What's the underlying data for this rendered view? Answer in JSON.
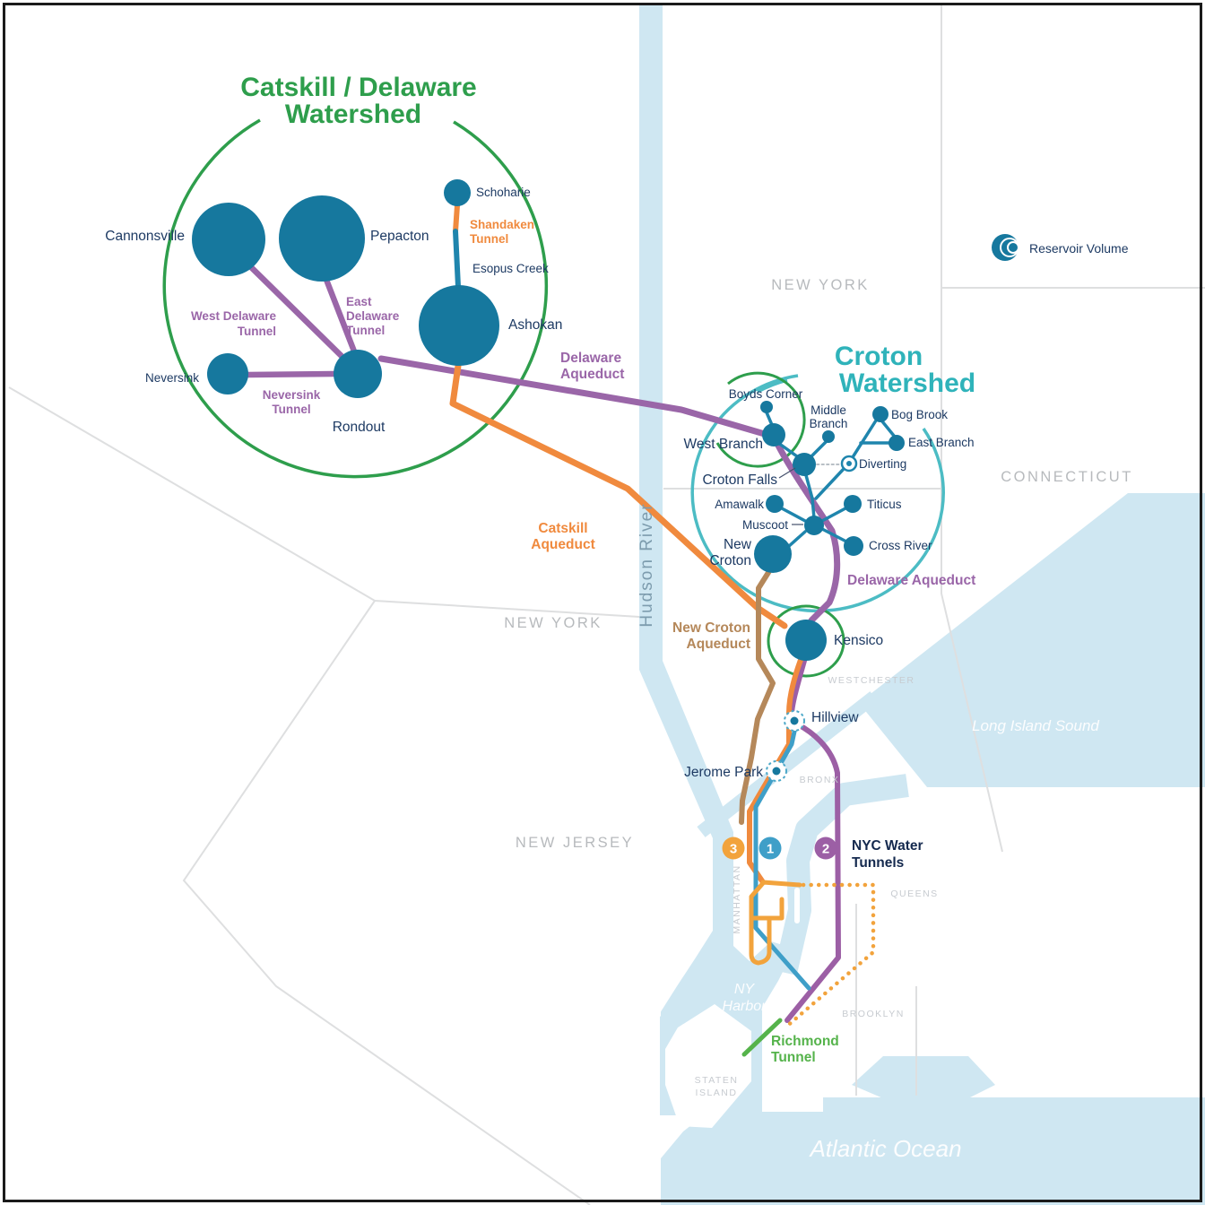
{
  "colors": {
    "reservoir_fill": "#16789E",
    "creek_blue": "#1F85AD",
    "watershed_green": "#2e9e4c",
    "croton_teal_arc": "#4CBCC4",
    "croton_teal_title": "#2fb3ba",
    "delaware_purple": "#9A66A8",
    "catskill_orange": "#F08A3E",
    "tunnel3_yellow": "#F2A33C",
    "new_croton_tan": "#B5885A",
    "tunnel1_blue": "#3F9FC8",
    "tunnel2_purple": "#9C5FA5",
    "richmond_green": "#55B34B",
    "water": "#CFE7F2",
    "label_navy": "#1D3A63",
    "border_gray": "#DEDFE0"
  },
  "titles": {
    "catskill_delaware": [
      "Catskill / Delaware",
      "Watershed"
    ],
    "croton": [
      "Croton",
      "Watershed"
    ]
  },
  "legend": {
    "reservoir_volume": "Reservoir Volume"
  },
  "reservoirs": {
    "cannonsville": "Cannonsville",
    "pepacton": "Pepacton",
    "schoharie": "Schoharie",
    "ashokan": "Ashokan",
    "neversink": "Neversink",
    "rondout": "Rondout",
    "boyds_corner": "Boyds Corner",
    "west_branch": "West Branch",
    "middle_branch": [
      "Middle",
      "Branch"
    ],
    "bog_brook": "Bog Brook",
    "east_branch": "East Branch",
    "croton_falls": "Croton Falls",
    "amawalk": "Amawalk",
    "muscoot": "Muscoot",
    "titicus": "Titicus",
    "cross_river": "Cross River",
    "new_croton": [
      "New",
      "Croton"
    ],
    "kensico": "Kensico"
  },
  "markers": {
    "diverting": "Diverting",
    "hillview": "Hillview",
    "jerome_park": "Jerome Park"
  },
  "tunnels": {
    "shandaken": [
      "Shandaken",
      "Tunnel"
    ],
    "west_delaware": [
      "West Delaware",
      "Tunnel"
    ],
    "east_delaware": [
      "East",
      "Delaware",
      "Tunnel"
    ],
    "neversink": [
      "Neversink",
      "Tunnel"
    ],
    "delaware_aqueduct": [
      "Delaware",
      "Aqueduct"
    ],
    "delaware_aqueduct_lower": "Delaware Aqueduct",
    "catskill_aqueduct": [
      "Catskill",
      "Aqueduct"
    ],
    "new_croton_aqueduct": [
      "New Croton",
      "Aqueduct"
    ],
    "richmond": [
      "Richmond",
      "Tunnel"
    ],
    "nyc_water_tunnels": [
      "NYC Water",
      "Tunnels"
    ],
    "badges": {
      "t1": "1",
      "t2": "2",
      "t3": "3"
    }
  },
  "waterways": {
    "esopus_creek": "Esopus Creek",
    "hudson_river": "Hudson River",
    "ny_harbor": [
      "NY",
      "Harbor"
    ],
    "long_island_sound": "Long Island Sound",
    "atlantic_ocean": "Atlantic Ocean"
  },
  "regions": {
    "new_york_upper": "NEW YORK",
    "new_york_west": "NEW YORK",
    "new_jersey": "NEW JERSEY",
    "connecticut": "CONNECTICUT",
    "westchester": "WESTCHESTER",
    "bronx": "BRONX",
    "manhattan": "MANHATTAN",
    "queens": "QUEENS",
    "brooklyn": "BROOKLYN",
    "staten_island": [
      "STATEN",
      "ISLAND"
    ]
  }
}
